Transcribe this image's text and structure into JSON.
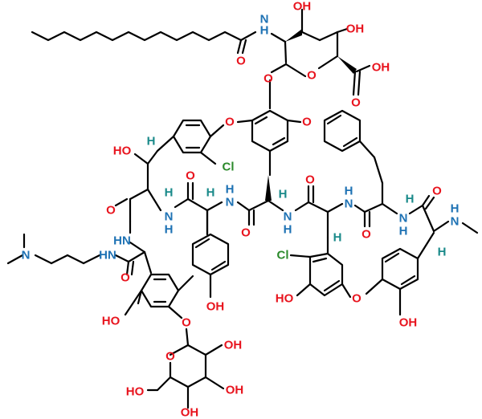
{
  "molecule": {
    "labels": {
      "oh": "OH",
      "ho": "HO",
      "o": "O",
      "nh": "NH",
      "hn": "HN",
      "n": "N",
      "h": "H",
      "cl": "Cl"
    },
    "colors": {
      "oxygen": "#e8141e",
      "nitrogen": "#1e72b4",
      "chlorine": "#2b8a2b",
      "hydrogen": "#1a8a8a",
      "bond": "#000000",
      "background": "#ffffff"
    }
  }
}
